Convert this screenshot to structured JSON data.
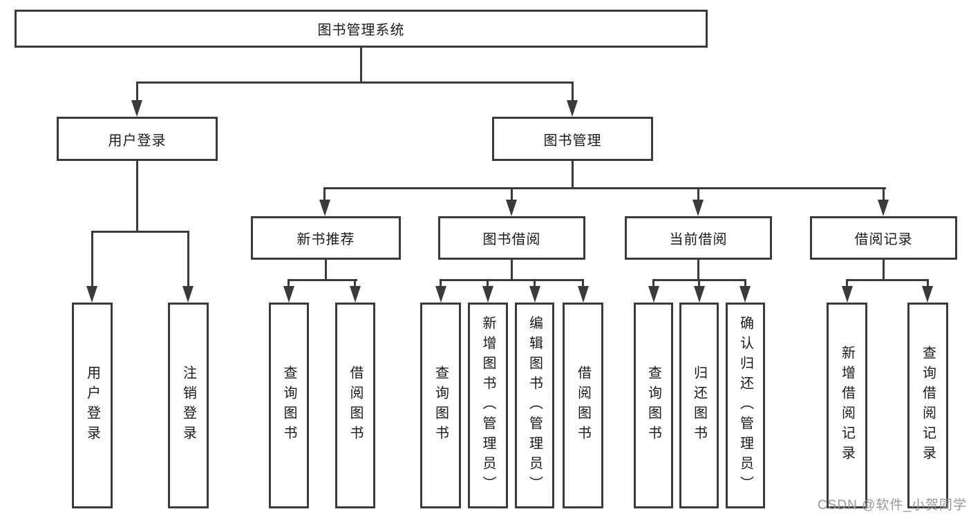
{
  "tree": {
    "label": "图书管理系统",
    "children": [
      {
        "label": "用户登录",
        "children": [
          {
            "label": "用户登录"
          },
          {
            "label": "注销登录"
          }
        ]
      },
      {
        "label": "图书管理",
        "children": [
          {
            "label": "新书推荐",
            "children": [
              {
                "label": "查询图书"
              },
              {
                "label": "借阅图书"
              }
            ]
          },
          {
            "label": "图书借阅",
            "children": [
              {
                "label": "查询图书"
              },
              {
                "label": "新增图书（管理员）"
              },
              {
                "label": "编辑图书（管理员）"
              },
              {
                "label": "借阅图书"
              }
            ]
          },
          {
            "label": "当前借阅",
            "children": [
              {
                "label": "查询图书"
              },
              {
                "label": "归还图书"
              },
              {
                "label": "确认归还（管理员）"
              }
            ]
          },
          {
            "label": "借阅记录",
            "children": [
              {
                "label": "新增借阅记录"
              },
              {
                "label": "查询借阅记录"
              }
            ]
          }
        ]
      }
    ]
  },
  "watermark": {
    "text": "CSDN @软件_小贺同学"
  },
  "colors": {
    "line": "#3a3a3a",
    "text": "#1a1a1a",
    "watermark": "#969696",
    "background": "#ffffff"
  }
}
